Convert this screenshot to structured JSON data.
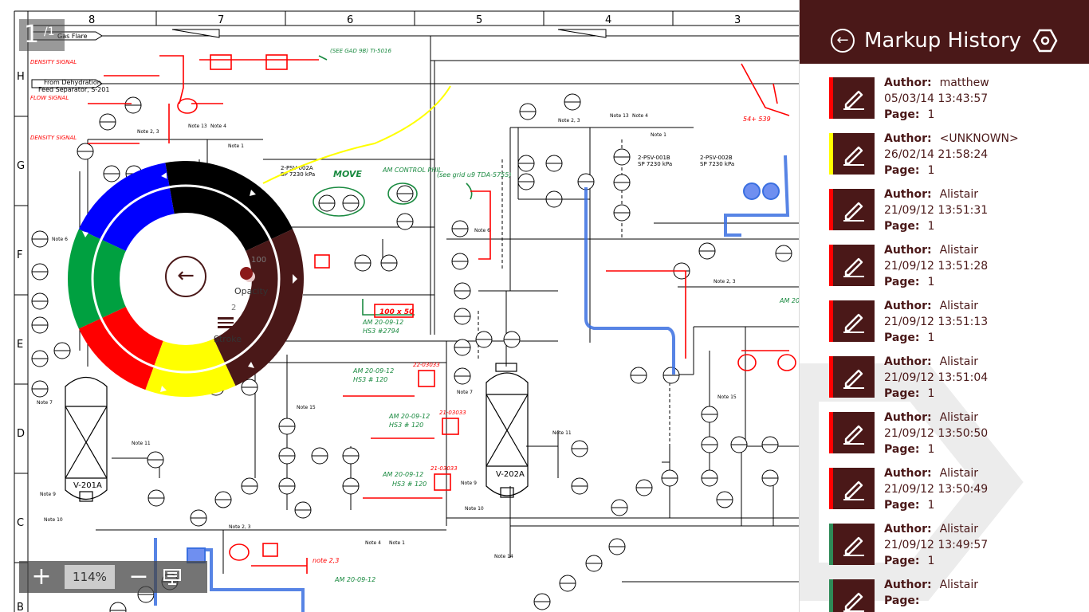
{
  "page_counter": {
    "current": "1",
    "total": "/1"
  },
  "zoom": {
    "zoom_in_label": "+",
    "zoom_level": "114%",
    "zoom_out_label": "−"
  },
  "radial_menu": {
    "opacity_label": "Opacity",
    "opacity_value": "100",
    "stroke_label": "Stroke",
    "stroke_value": "2",
    "colors": [
      "#000000",
      "#0000ff",
      "#00a040",
      "#ff0000",
      "#ffff00",
      "#4a1818"
    ]
  },
  "drawing": {
    "col_numbers": [
      "8",
      "7",
      "6",
      "5",
      "4",
      "3"
    ],
    "row_letters": [
      "H",
      "G",
      "F",
      "E",
      "D",
      "C",
      "B"
    ],
    "labels": {
      "gas_flare": "Gas Flare",
      "from_dehydration": "From Dehydration",
      "feed_separator": "Feed Separator, S-201",
      "vessel_a": "V-201A",
      "vessel_b": "V-202A",
      "psv_002a": "2-PSV-002A",
      "psv_002a_sp": "SP 7230 kPa",
      "psv_001b": "2-PSV-001B",
      "psv_001b_sp": "SP 7230 kPa",
      "psv_002b": "2-PSV-002B",
      "psv_002b_sp": "SP 7230 kPa",
      "note_6": "Note 6",
      "note_7": "Note 7",
      "note_9": "Note 9",
      "note_11": "Note 11",
      "note_15": "Note 15",
      "note_1": "Note 1",
      "note_4": "Note 4",
      "note_2_3": "Note 2, 3",
      "note_13": "Note 13",
      "note_10": "Note 10",
      "note_14": "Note 14"
    },
    "markup": {
      "move": "MOVE",
      "am_control_phil": "AM CONTROL PHIL.",
      "see_grid": "(see grid u9 TDA-5755)",
      "see_gad": "(SEE GAD 9B) TI-5016",
      "density_signal": "DENSITY SIGNAL",
      "flow_signal": "FLOW SIGNAL",
      "am_date_1": "AM 20-09-12",
      "am_hs_1": "HS3 # 120",
      "am_hs_2": "HS3 #2794",
      "box_1": "100 x 50",
      "am_date_2": "AM 20-09-12",
      "am_date_3": "AM 20-09-12",
      "am_date_4": "AM 20-09-12",
      "red_tag_1": "21-03033",
      "red_tag_2": "22-03033",
      "red_tag_3": "21-03033",
      "note_2_3": "note 2,3",
      "am_date_5": "AM 20-09-12",
      "am_date_6": "AM 20-09-12",
      "s_num": "54+ 539"
    }
  },
  "panel": {
    "title": "Markup History",
    "author_key": "Author:",
    "page_key": "Page:",
    "entries": [
      {
        "author": "matthew",
        "datetime": "05/03/14 13:43:57",
        "page": "1",
        "color": "#ff0000"
      },
      {
        "author": "<UNKNOWN>",
        "datetime": "26/02/14 21:58:24",
        "page": "1",
        "color": "#ffff00"
      },
      {
        "author": "Alistair",
        "datetime": "21/09/12 13:51:31",
        "page": "1",
        "color": "#ff0000"
      },
      {
        "author": "Alistair",
        "datetime": "21/09/12 13:51:28",
        "page": "1",
        "color": "#ff0000"
      },
      {
        "author": "Alistair",
        "datetime": "21/09/12 13:51:13",
        "page": "1",
        "color": "#ff0000"
      },
      {
        "author": "Alistair",
        "datetime": "21/09/12 13:51:04",
        "page": "1",
        "color": "#ff0000"
      },
      {
        "author": "Alistair",
        "datetime": "21/09/12 13:50:50",
        "page": "1",
        "color": "#ff0000"
      },
      {
        "author": "Alistair",
        "datetime": "21/09/12 13:50:49",
        "page": "1",
        "color": "#ff0000"
      },
      {
        "author": "Alistair",
        "datetime": "21/09/12 13:49:57",
        "page": "1",
        "color": "#2e8b57"
      },
      {
        "author": "Alistair",
        "datetime": "",
        "page": "",
        "color": "#2e8b57"
      }
    ]
  }
}
